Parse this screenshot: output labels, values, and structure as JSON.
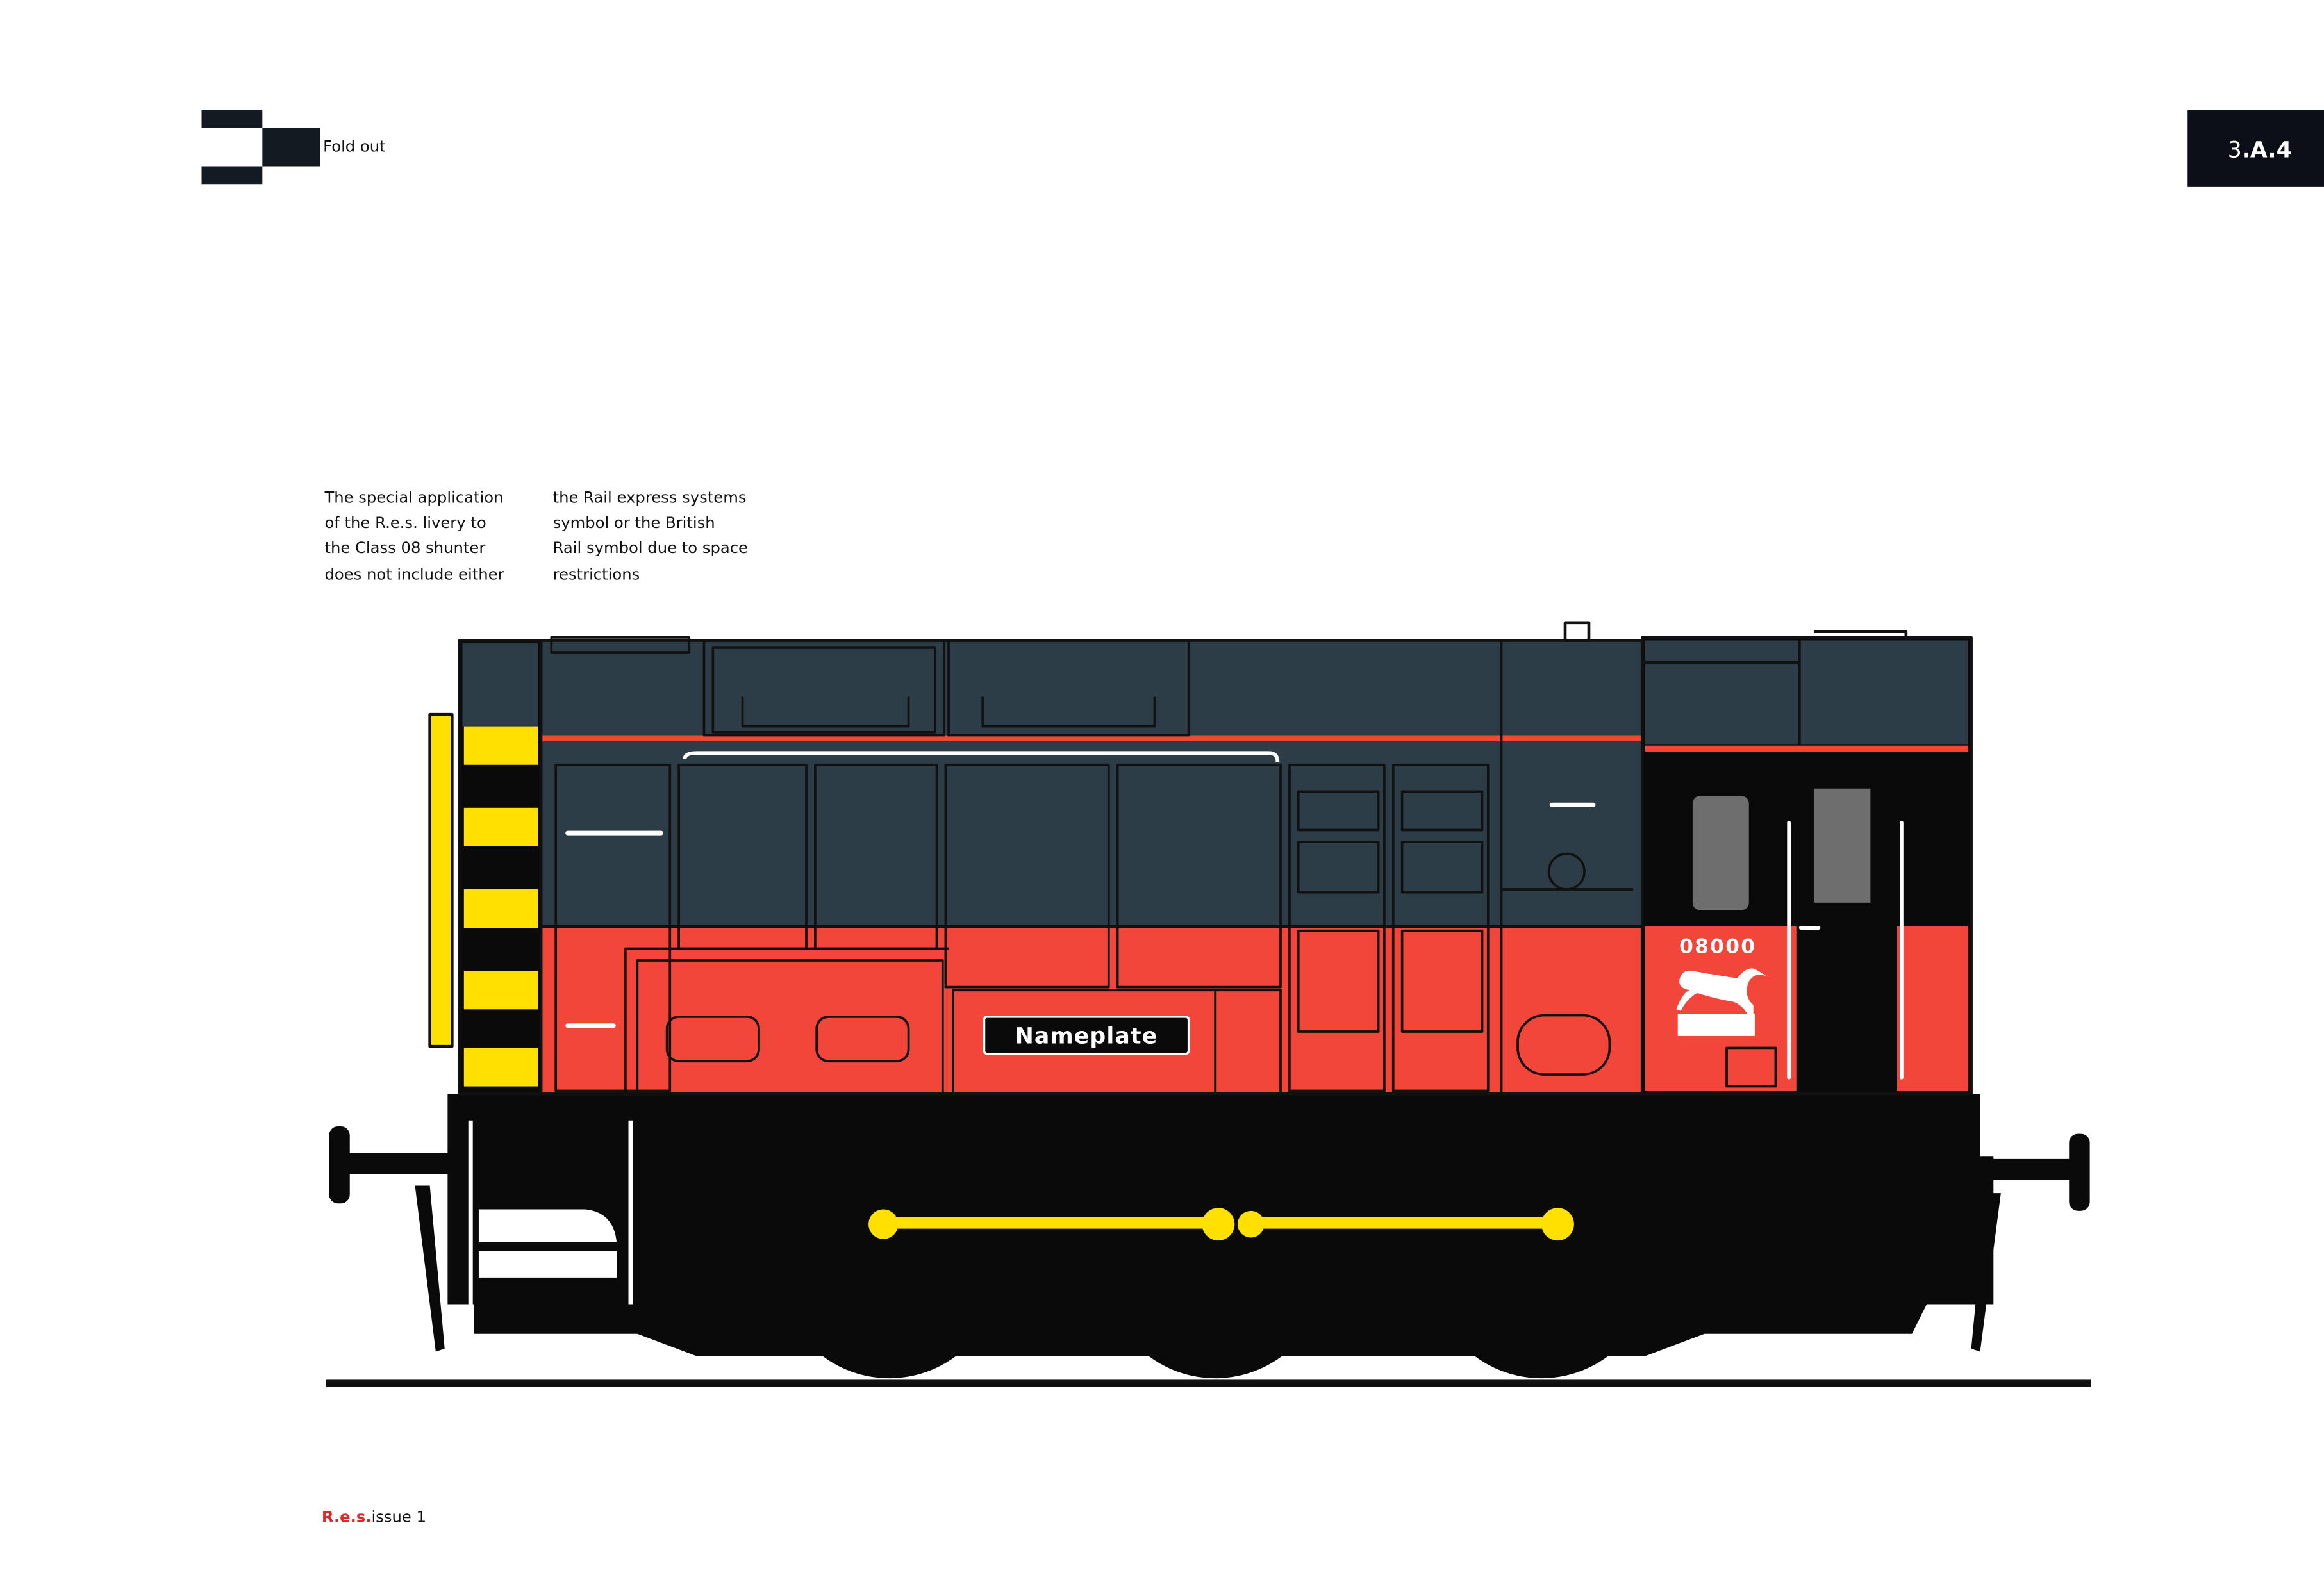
{
  "header": {
    "fold_label": "Fold out",
    "section_badge": {
      "prefix": "3",
      "bold": ".A.4"
    }
  },
  "description": {
    "column1": [
      "The special application",
      "of the R.e.s. livery to",
      "the Class 08 shunter",
      "does not include either"
    ],
    "column2": [
      "the Rail express systems",
      "symbol or the British",
      "Rail symbol due to space",
      "restrictions"
    ]
  },
  "locomotive": {
    "nameplate": "Nameplate",
    "number": "08000",
    "colors": {
      "grey": "#2c3d47",
      "red": "#f2463a",
      "black": "#0a0a0a",
      "yellow": "#ffe000",
      "window": "#6e6e6e"
    }
  },
  "footer": {
    "brand": "R.e.s.",
    "issue": "issue 1",
    "brand_color": "#e3262b"
  }
}
